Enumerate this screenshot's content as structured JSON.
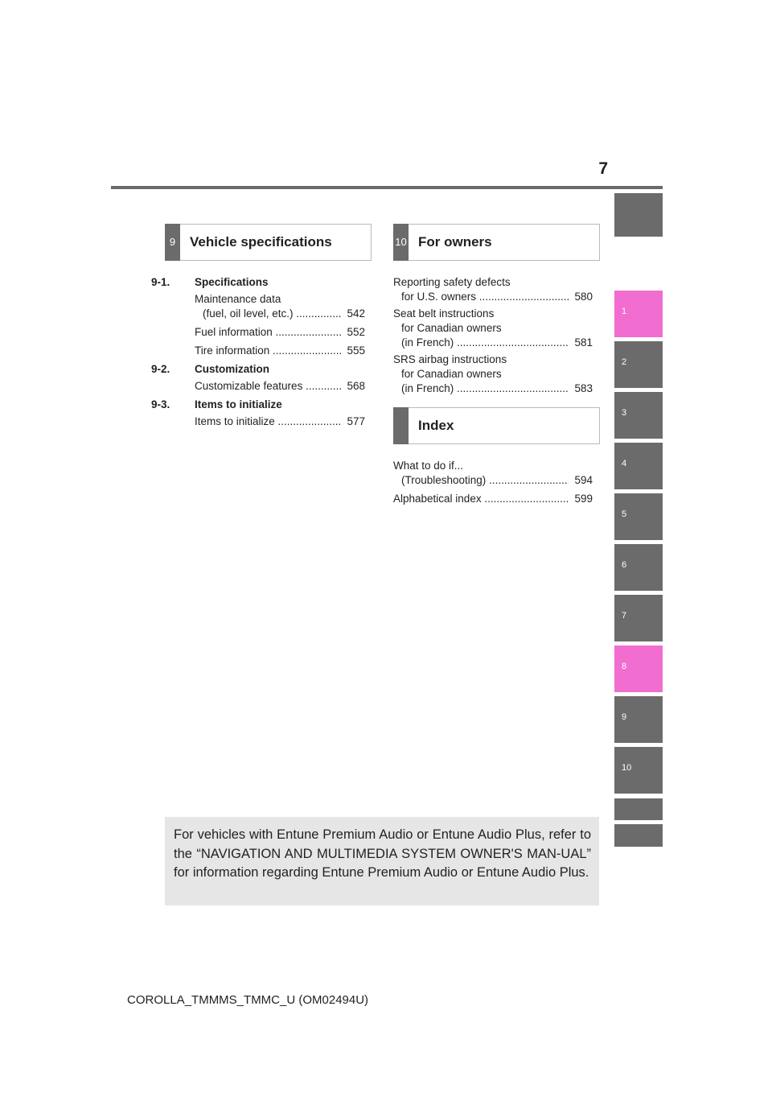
{
  "page_number": "7",
  "side_tabs": [
    {
      "label": ""
    },
    {
      "label": "1"
    },
    {
      "label": "2"
    },
    {
      "label": "3"
    },
    {
      "label": "4"
    },
    {
      "label": "5"
    },
    {
      "label": "6"
    },
    {
      "label": "7"
    },
    {
      "label": "8"
    },
    {
      "label": "9"
    },
    {
      "label": "10"
    },
    {
      "label": ""
    },
    {
      "label": ""
    }
  ],
  "active_tab_color": "#f26dd0",
  "tab_color": "#6b6b6b",
  "chapter9": {
    "number": "9",
    "title": "Vehicle specifications",
    "sections": [
      {
        "code": "9-1.",
        "name": "Specifications",
        "entries": [
          {
            "lines": [
              "Maintenance data",
              "(fuel, oil level, etc.)"
            ],
            "page": "542"
          },
          {
            "lines": [
              "Fuel information"
            ],
            "page": "552"
          },
          {
            "lines": [
              "Tire information"
            ],
            "page": "555"
          }
        ]
      },
      {
        "code": "9-2.",
        "name": "Customization",
        "entries": [
          {
            "lines": [
              "Customizable features"
            ],
            "page": "568"
          }
        ]
      },
      {
        "code": "9-3.",
        "name": "Items to initialize",
        "entries": [
          {
            "lines": [
              "Items to initialize"
            ],
            "page": "577"
          }
        ]
      }
    ]
  },
  "chapter10": {
    "number": "10",
    "title": "For owners",
    "entries": [
      {
        "lines": [
          "Reporting safety defects",
          "for U.S. owners"
        ],
        "page": "580"
      },
      {
        "lines": [
          "Seat belt instructions",
          "for Canadian owners",
          "(in French)"
        ],
        "page": "581"
      },
      {
        "lines": [
          "SRS airbag instructions",
          "for Canadian owners",
          "(in French)"
        ],
        "page": "583"
      }
    ]
  },
  "index": {
    "title": "Index",
    "entries": [
      {
        "lines": [
          "What to do if...",
          "(Troubleshooting)"
        ],
        "page": "594"
      },
      {
        "lines": [
          "Alphabetical index"
        ],
        "page": "599"
      }
    ]
  },
  "note": "For vehicles with Entune Premium Audio or Entune Audio Plus, refer to the “NAVIGATION AND MULTIMEDIA SYSTEM OWNER'S MAN-UAL” for information regarding Entune Premium Audio or Entune Audio Plus.",
  "footer": "COROLLA_TMMMS_TMMC_U (OM02494U)"
}
